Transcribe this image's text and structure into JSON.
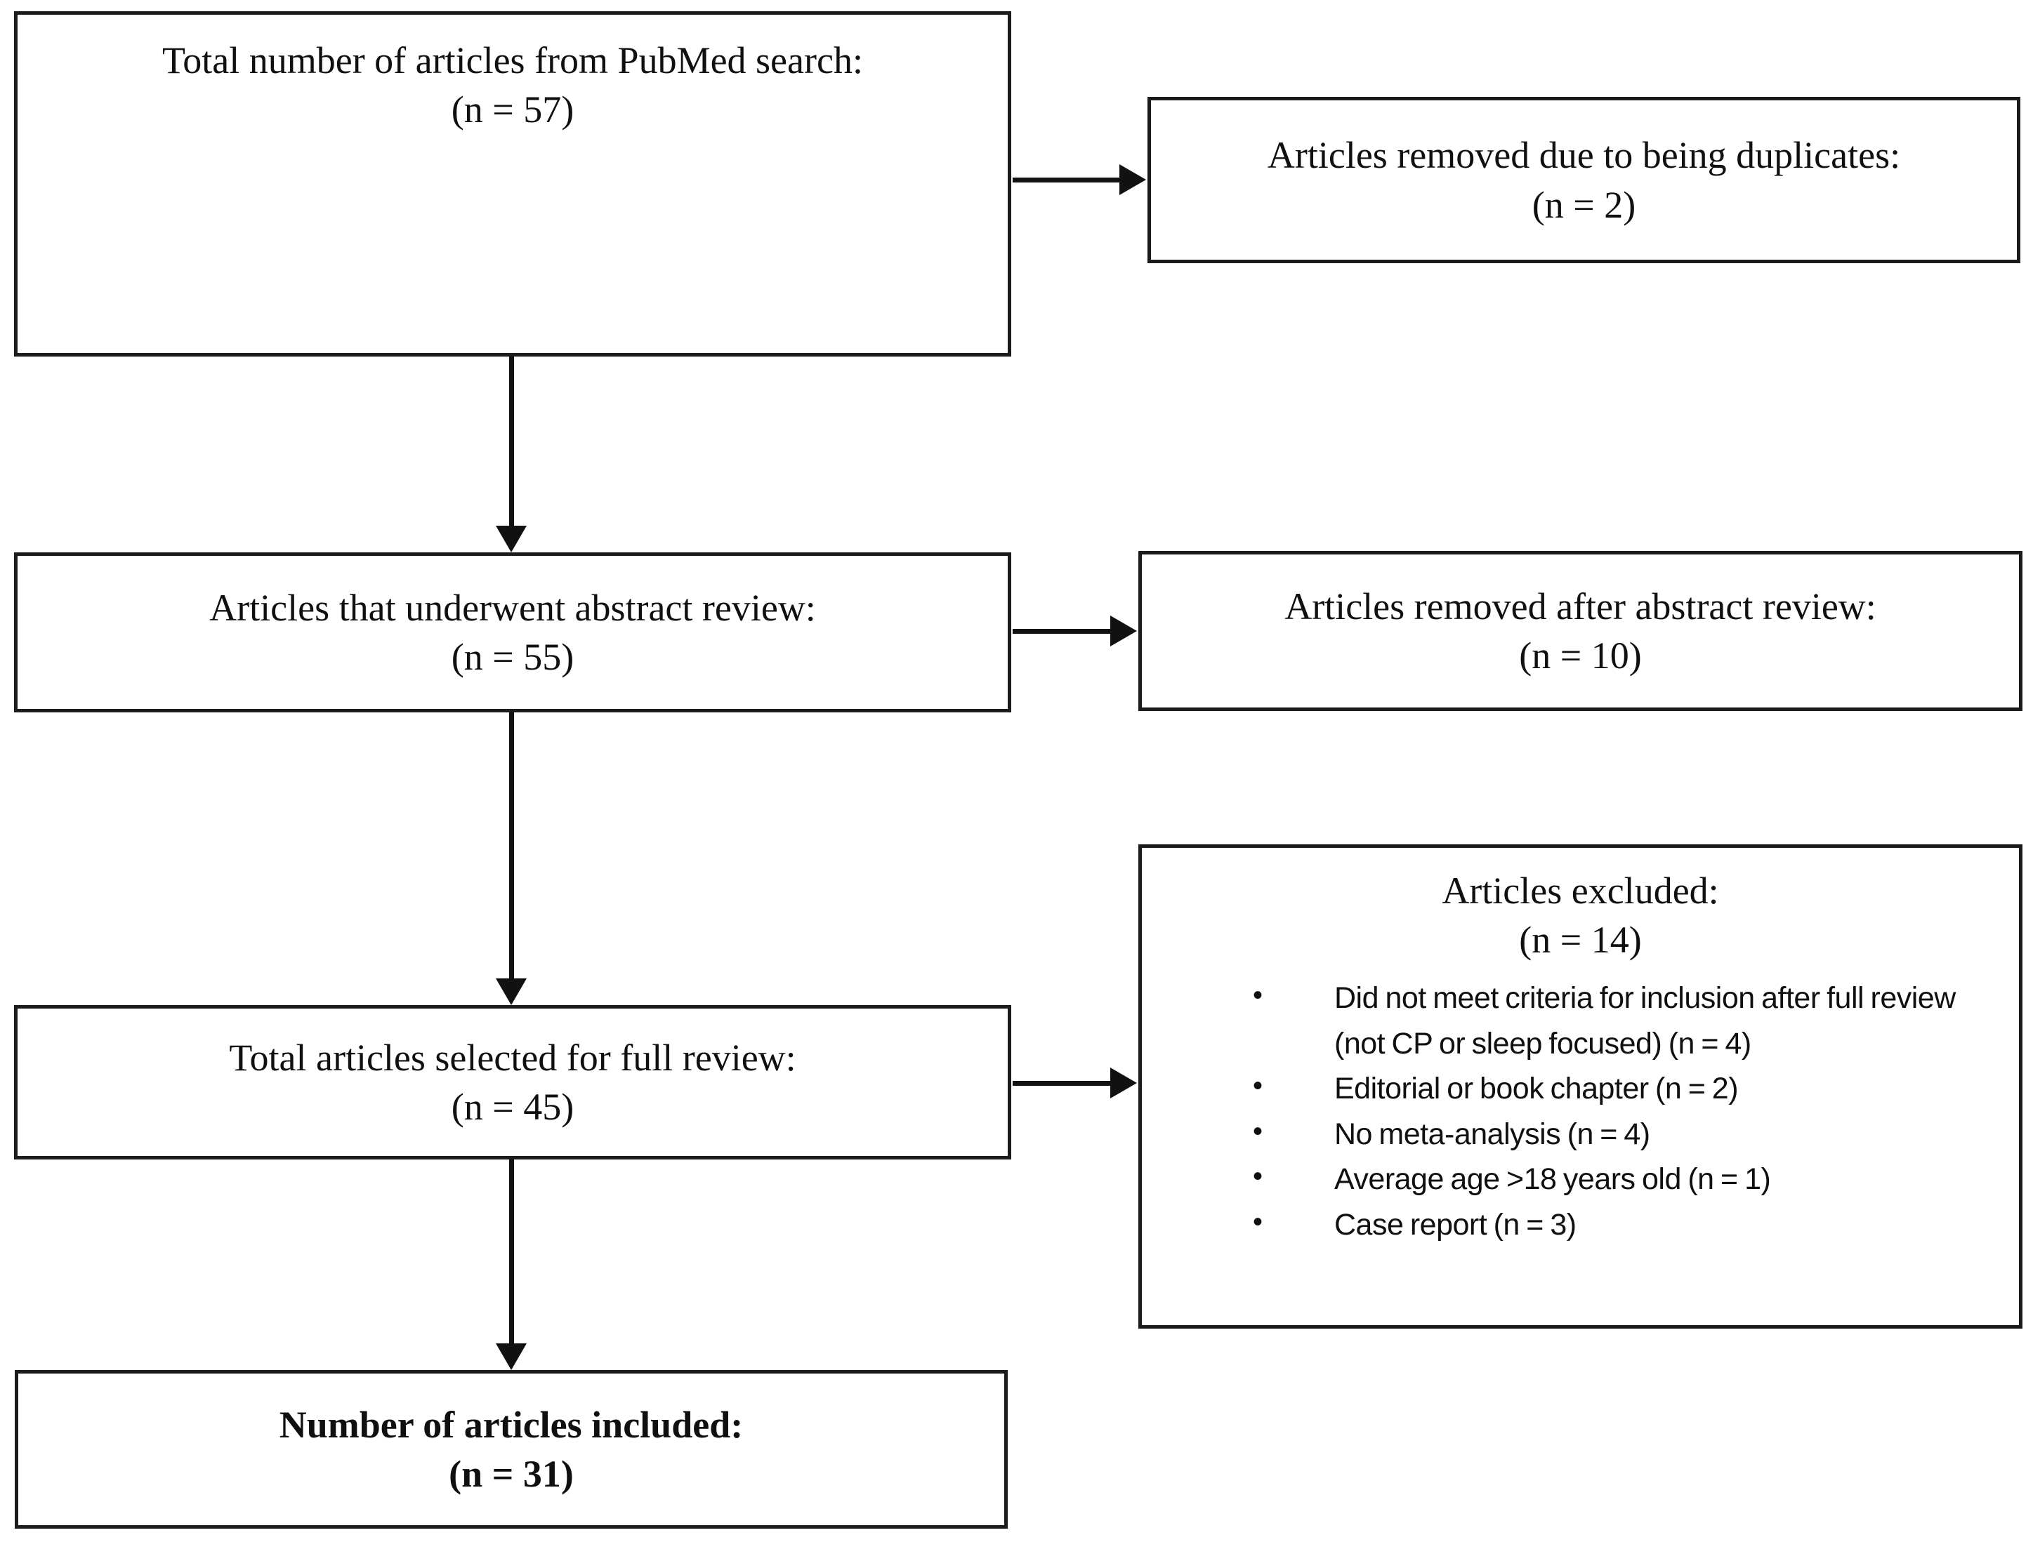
{
  "page": {
    "background": "#ffffff",
    "ink": "#101010"
  },
  "glyphs": {
    "bullet": "•"
  },
  "boxes": {
    "pubmed": {
      "line1": "Total number of articles from PubMed search:",
      "line2": "(n = 57)"
    },
    "duplicates": {
      "line1": "Articles removed due to being duplicates:",
      "line2": "(n = 2)"
    },
    "abstract_review": {
      "line1": "Articles that underwent abstract review:",
      "line2": "(n = 55)"
    },
    "abstract_removed": {
      "line1": "Articles removed after abstract review:",
      "line2": "(n = 10)"
    },
    "full_review": {
      "line1": "Total articles selected for full review:",
      "line2": "(n = 45)"
    },
    "excluded": {
      "title": "Articles excluded:",
      "count": "(n = 14)",
      "bullets": [
        "Did not meet criteria for inclusion after full review (not CP or sleep focused) (n = 4)",
        "Editorial or book chapter (n = 2)",
        "No meta-analysis (n = 4)",
        "Average age >18 years old (n = 1)",
        "Case report (n = 3)"
      ]
    },
    "included": {
      "line1": "Number of articles included:",
      "line2": "(n = 31)"
    }
  }
}
